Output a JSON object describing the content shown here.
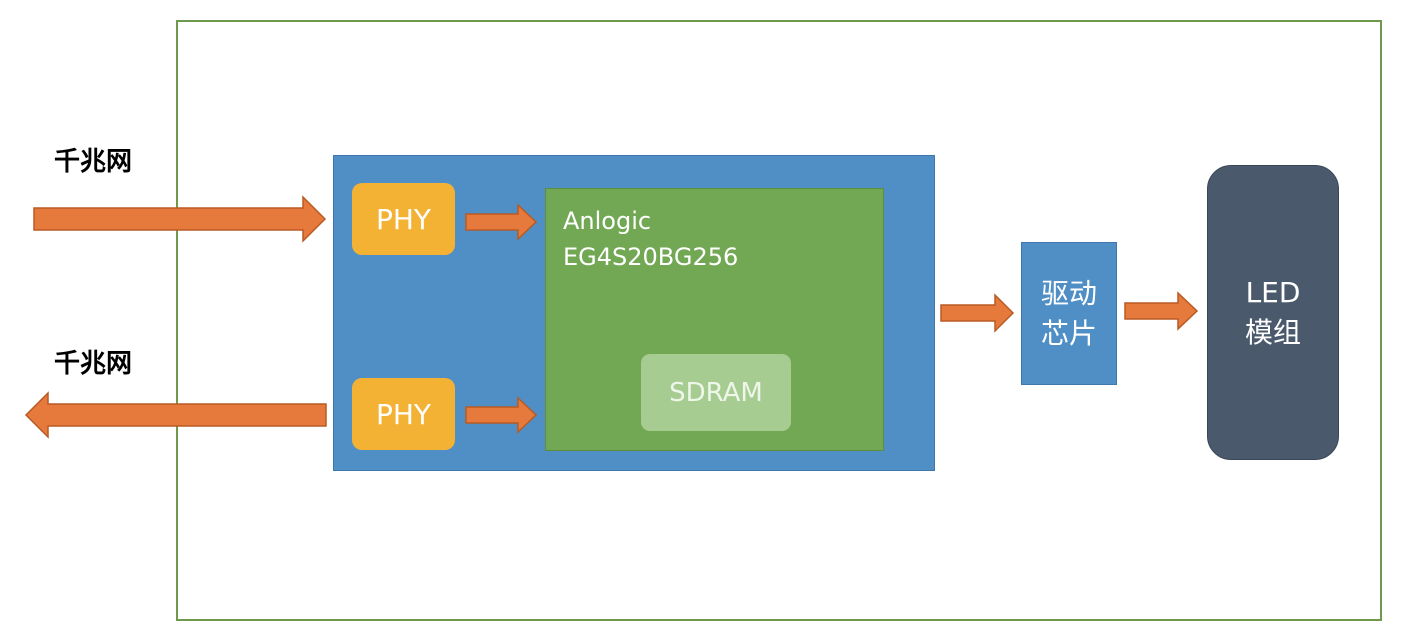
{
  "diagram": {
    "input_label": "千兆网",
    "output_label": "千兆网",
    "phy_top_label": "PHY",
    "phy_bottom_label": "PHY",
    "fpga_line1": "Anlogic",
    "fpga_line2": "EG4S20BG256",
    "sdram_label": "SDRAM",
    "driver_line1": "驱动",
    "driver_line2": "芯片",
    "led_line1": "LED",
    "led_line2": "模组"
  },
  "colors": {
    "board_border": "#6f9a4d",
    "blue_block": "#4f8fc5",
    "phy": "#f4b235",
    "fpga": "#72a854",
    "sdram": "#a6cc92",
    "led_module": "#4a596c",
    "arrow": "#e57a3c"
  }
}
